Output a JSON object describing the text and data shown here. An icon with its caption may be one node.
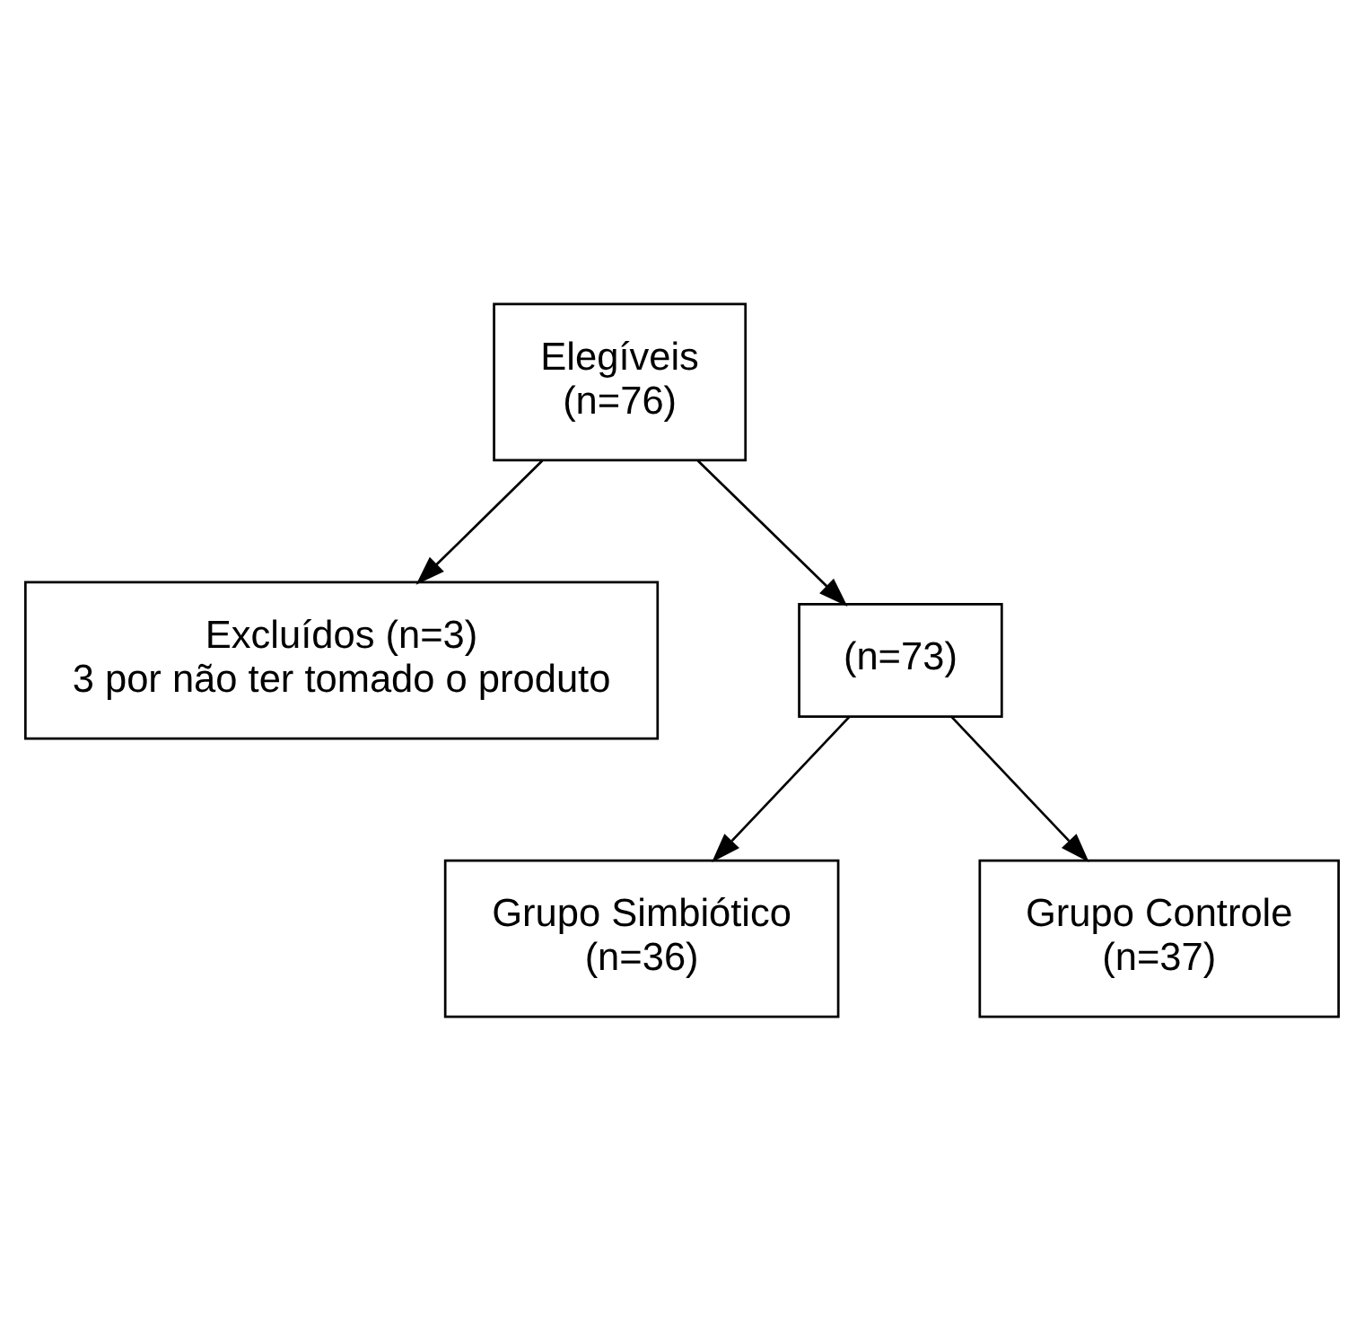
{
  "diagram": {
    "nodes": [
      {
        "text": [
          "Elegíveis",
          "(n=76)"
        ]
      },
      {
        "text": [
          "Excluídos (n=3)",
          "3 por não ter tomado o produto"
        ]
      },
      {
        "text": [
          "(n=73)"
        ]
      },
      {
        "text": [
          "Grupo Simbiótico",
          "(n=36)"
        ]
      },
      {
        "text": [
          "Grupo Controle",
          "(n=37)"
        ]
      }
    ],
    "edges": [
      {
        "from": 0,
        "to": 2,
        "arrow": "to"
      },
      {
        "from": 0,
        "to": 1,
        "arrow": "to"
      },
      {
        "from": 2,
        "to": 3,
        "arrow": "to"
      },
      {
        "from": 2,
        "to": 4,
        "arrow": "to"
      }
    ]
  }
}
